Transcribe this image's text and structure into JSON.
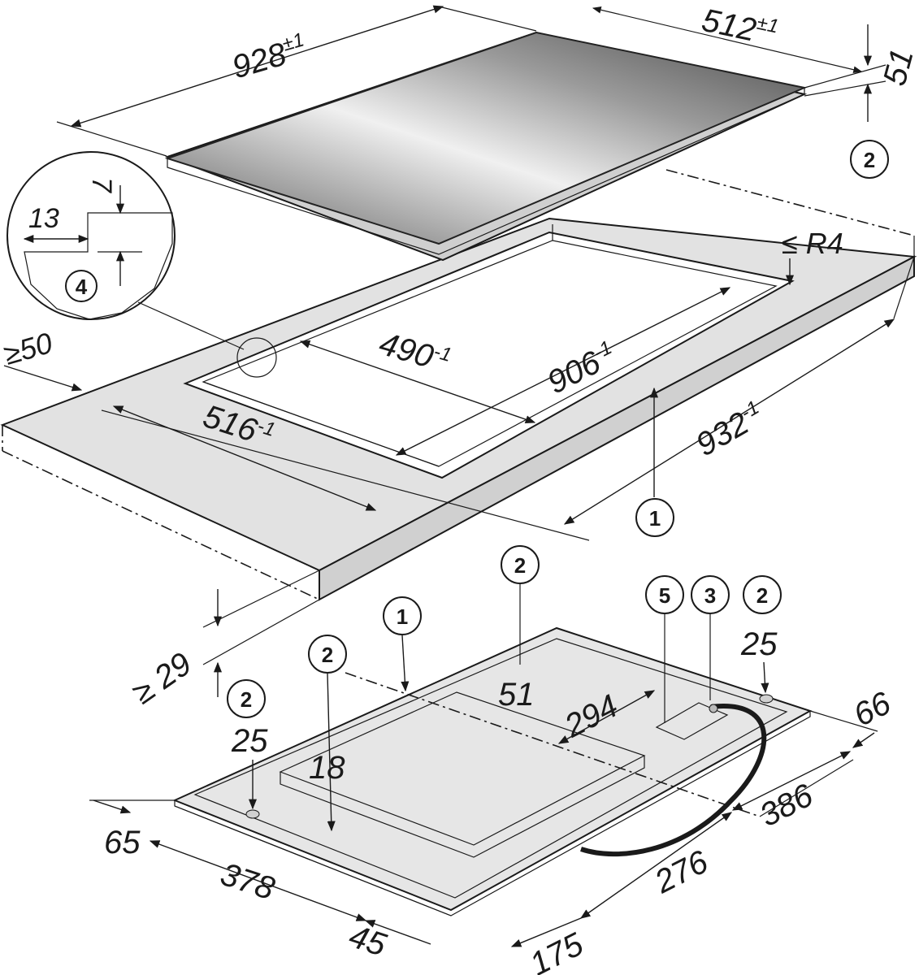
{
  "dimensions": {
    "hob_width": "928",
    "hob_width_tol": "±1",
    "hob_depth": "512",
    "hob_depth_tol": "±1",
    "hob_height": "51",
    "detail_13": "13",
    "detail_7": "7",
    "radius": "≤ R4",
    "min_front": "≥50",
    "cutout_depth": "490",
    "cutout_depth_tol": "-1",
    "cutout_width": "906",
    "cutout_width_tol": "-1",
    "rebate_width": "932",
    "rebate_width_tol": "-1",
    "rebate_depth": "516",
    "rebate_depth_tol": "-1",
    "min_worktop": "≥ 29",
    "bottom_25_right": "25",
    "bottom_51": "51",
    "bottom_294": "294",
    "bottom_66": "66",
    "bottom_386": "386",
    "bottom_276": "276",
    "bottom_25_left": "25",
    "bottom_18": "18",
    "bottom_65": "65",
    "bottom_378": "378",
    "bottom_45": "45",
    "bottom_175": "175"
  },
  "callouts": {
    "c1": "1",
    "c2": "2",
    "c3": "3",
    "c4": "4",
    "c5": "5"
  },
  "colors": {
    "line": "#1a1a1a",
    "hob_glass_dark": "#5a5a5a",
    "hob_glass_light": "#e4e4e4",
    "worktop_fill": "#e2e2e2",
    "rebate_fill": "#cfcfcf",
    "underside_fill": "#e6e6e6",
    "detail_fill": "#cfcfcf"
  }
}
